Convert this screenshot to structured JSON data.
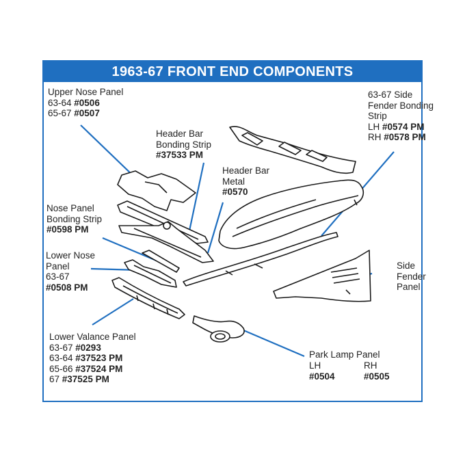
{
  "title": "1963-67 FRONT END COMPONENTS",
  "colors": {
    "accent": "#1f6fc0",
    "lines": "#1a1a1a"
  },
  "labels": {
    "upper_nose": {
      "name": "Upper Nose Panel",
      "l1_pre": "63-64 ",
      "l1_part": "#0506",
      "l2_pre": "65-67 ",
      "l2_part": "#0507"
    },
    "header_strip": {
      "l1": "Header Bar",
      "l2": "Bonding Strip",
      "part": "#37533 PM"
    },
    "header_metal": {
      "l1": "Header Bar",
      "l2": "Metal",
      "part": "#0570"
    },
    "side_strip": {
      "l1": "63-67 Side",
      "l2": "Fender Bonding",
      "l3": "Strip",
      "lh_pre": "LH ",
      "lh_part": "#0574 PM",
      "rh_pre": "RH ",
      "rh_part": "#0578 PM"
    },
    "nose_strip": {
      "l1": "Nose Panel",
      "l2": "Bonding Strip",
      "part": "#0598 PM"
    },
    "lower_nose": {
      "l1": "Lower Nose",
      "l2": "Panel",
      "l3": "63-67",
      "part": "#0508 PM"
    },
    "side_fender": {
      "l1": "Side",
      "l2": "Fender",
      "l3": "Panel"
    },
    "valance": {
      "name": "Lower Valance Panel",
      "r1_pre": "63-67 ",
      "r1_part": "#0293",
      "r2_pre": "63-64 ",
      "r2_part": "#37523 PM",
      "r3_pre": "65-66 ",
      "r3_part": "#37524 PM",
      "r4_pre": "67 ",
      "r4_part": "#37525 PM"
    },
    "park_lamp": {
      "name": "Park Lamp Panel",
      "lh": "LH",
      "rh": "RH",
      "lh_part": "#0504",
      "rh_part": "#0505"
    }
  }
}
